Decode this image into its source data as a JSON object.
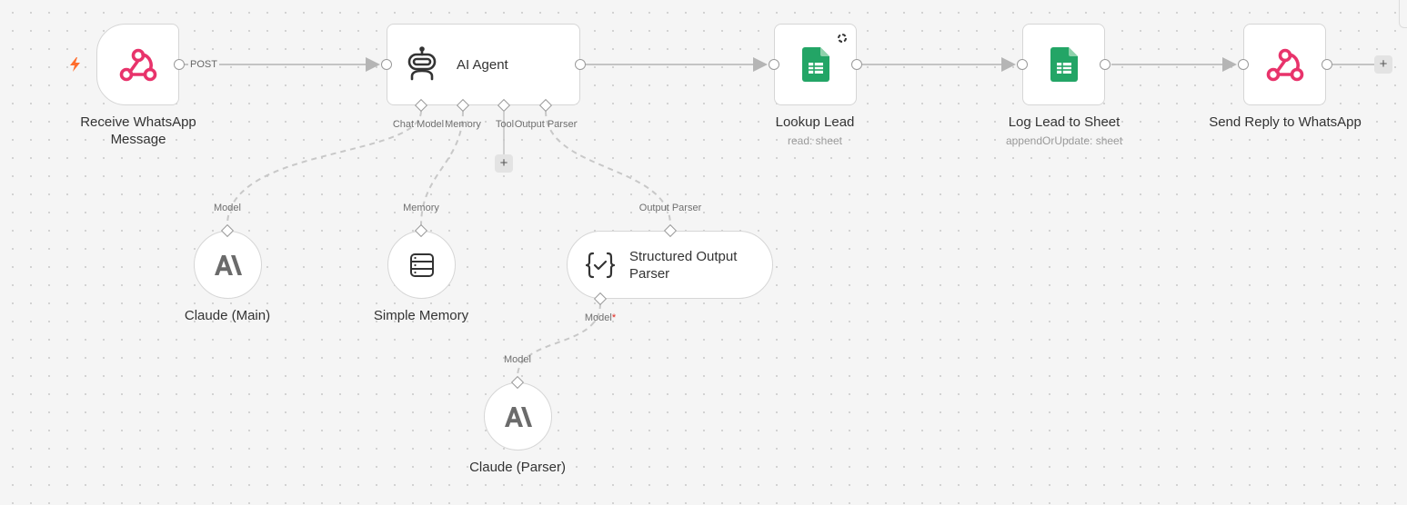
{
  "canvas": {
    "background": "#f5f5f5",
    "accent_colors": {
      "webhook": "#e8336b",
      "sheets": "#23a566",
      "trigger_bolt": "#ff6d2d",
      "required": "#e0241b"
    }
  },
  "nodes": {
    "receive_whatsapp": {
      "title": "Receive WhatsApp Message",
      "icon": "webhook-icon",
      "edge_label": "POST",
      "trigger_icon": "bolt-icon"
    },
    "ai_agent": {
      "title": "AI Agent",
      "icon": "robot-icon",
      "ports": {
        "chat_model": "Chat Model",
        "memory": "Memory",
        "tool": "Tool",
        "output_parser": "Output Parser"
      }
    },
    "lookup_lead": {
      "title": "Lookup Lead",
      "subtitle": "read: sheet",
      "icon": "google-sheets-icon"
    },
    "log_lead": {
      "title": "Log Lead to Sheet",
      "subtitle": "appendOrUpdate: sheet",
      "icon": "google-sheets-icon"
    },
    "send_reply": {
      "title": "Send Reply to WhatsApp",
      "icon": "webhook-icon"
    },
    "claude_main": {
      "title": "Claude (Main)",
      "port_label": "Model",
      "icon": "anthropic-icon"
    },
    "simple_memory": {
      "title": "Simple Memory",
      "port_label": "Memory",
      "icon": "database-icon"
    },
    "structured_parser": {
      "title": "Structured Output Parser",
      "port_label": "Output Parser",
      "model_port_label": "Model",
      "model_required_mark": "*",
      "icon": "braces-check-icon"
    },
    "claude_parser": {
      "title": "Claude (Parser)",
      "port_label": "Model",
      "icon": "anthropic-icon"
    }
  },
  "controls": {
    "add_tool": "+",
    "add_after_send": "+"
  }
}
